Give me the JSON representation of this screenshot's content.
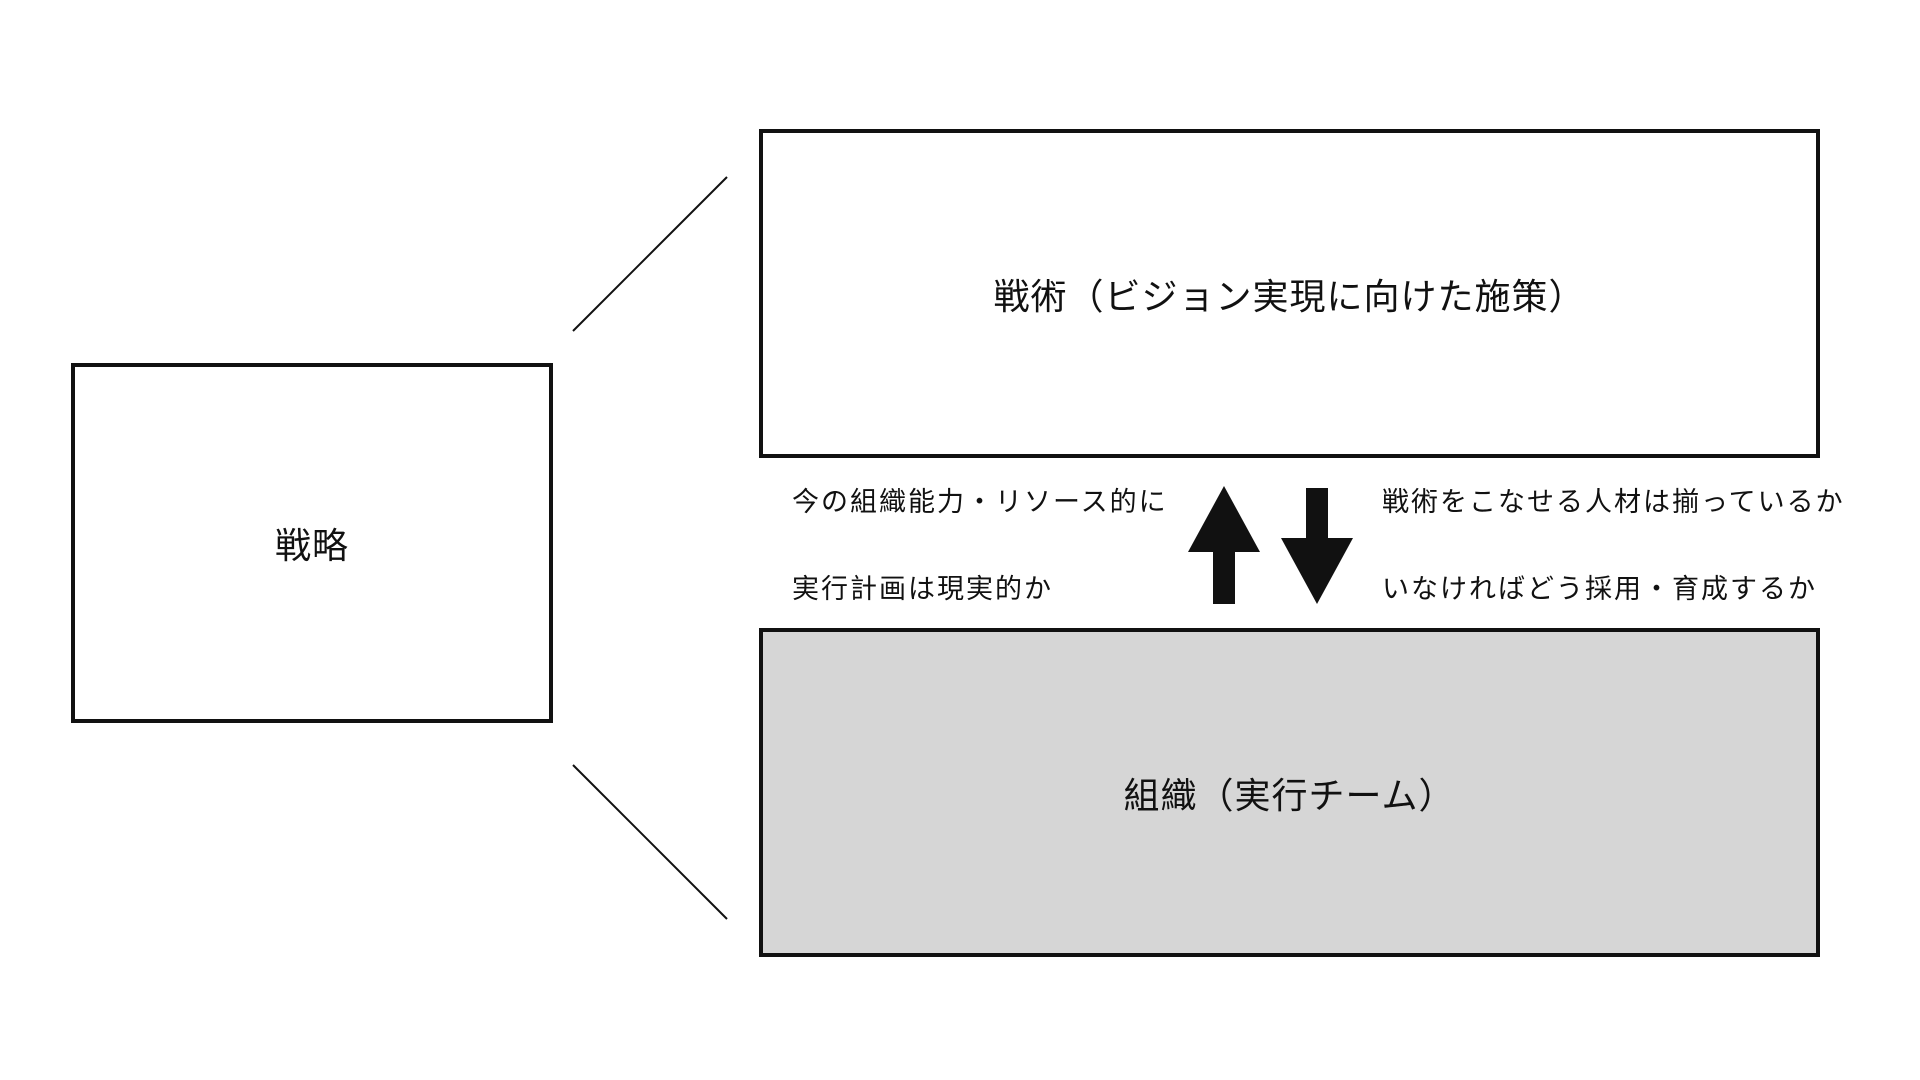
{
  "strategy": {
    "label": "戦略"
  },
  "tactics": {
    "label": "戦術（ビジョン実現に向けた施策）"
  },
  "organization": {
    "label": "組織（実行チーム）",
    "fill_color": "#d6d6d6"
  },
  "notes": {
    "left_line_1": "今の組織能力・リソース的に",
    "left_line_2": "実行計画は現実的か",
    "right_line_1": "戦術をこなせる人材は揃っているか",
    "right_line_2": "いなければどう採用・育成するか"
  },
  "colors": {
    "stroke": "#111111",
    "background": "#ffffff"
  },
  "icons": {
    "up_arrow": "arrow-up-icon",
    "down_arrow": "arrow-down-icon"
  }
}
